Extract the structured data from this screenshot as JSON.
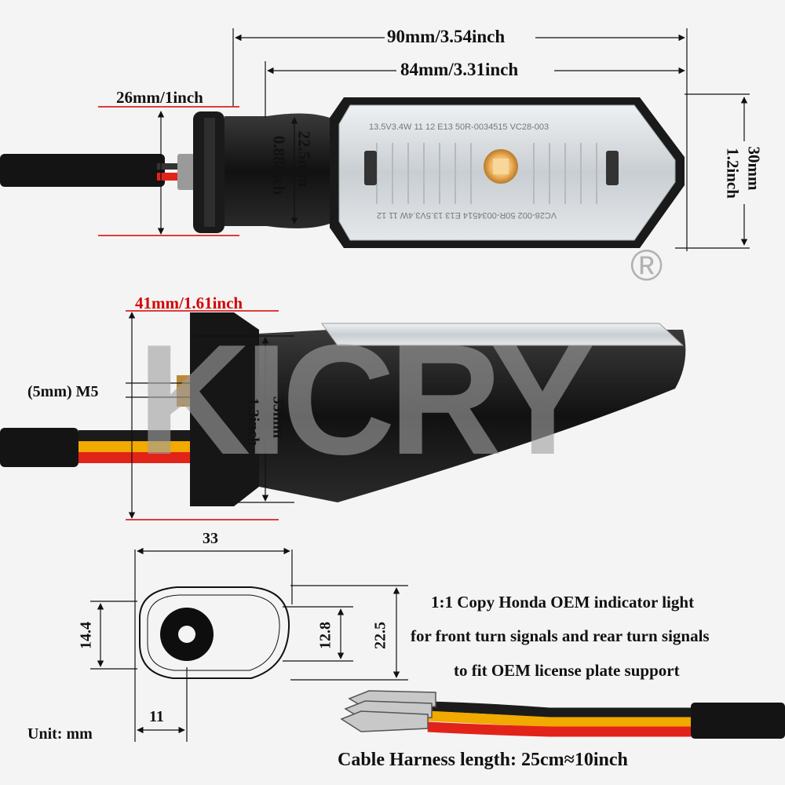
{
  "dimensions": {
    "overall_length": "90mm/3.54inch",
    "lens_length": "84mm/3.31inch",
    "mount_width": "26mm/1inch",
    "body_diameter_mm": "22.5mm",
    "body_diameter_in": "0.88inch",
    "lens_height_mm": "30mm",
    "lens_height_in": "1.2inch",
    "side_depth": "41mm/1.61inch",
    "bolt": "(5mm) M5",
    "side_height_mm": "33mm",
    "side_height_in": "1.3inch",
    "base_width": "33",
    "base_height": "14.4",
    "hole_height": "12.8",
    "base_outer_height": "22.5",
    "hole_offset": "11"
  },
  "lens_markings": {
    "top": "13.5V3.4W   11 12   E13   50R-0034515  VC28-003",
    "bottom": "VC28-002  50R-0034514  E13  13.5V3.4W  11 12"
  },
  "brand": {
    "watermark": "KICRY",
    "registered": "®"
  },
  "info": {
    "line1": "1:1 Copy Honda OEM indicator light",
    "line2": "for front turn signals and rear turn signals",
    "line3": "to fit OEM license plate support"
  },
  "unit_label": "Unit: mm",
  "cable_label": "Cable Harness length: 25cm≈10inch",
  "colors": {
    "background": "#f4f4f4",
    "housing": "#1b1b1b",
    "lens": "#d9dde0",
    "dimension_line": "#111111",
    "red_line": "#d40000",
    "wire_red": "#e2231a",
    "wire_yellow": "#f2a900",
    "watermark_orange": "#e8a33a"
  }
}
